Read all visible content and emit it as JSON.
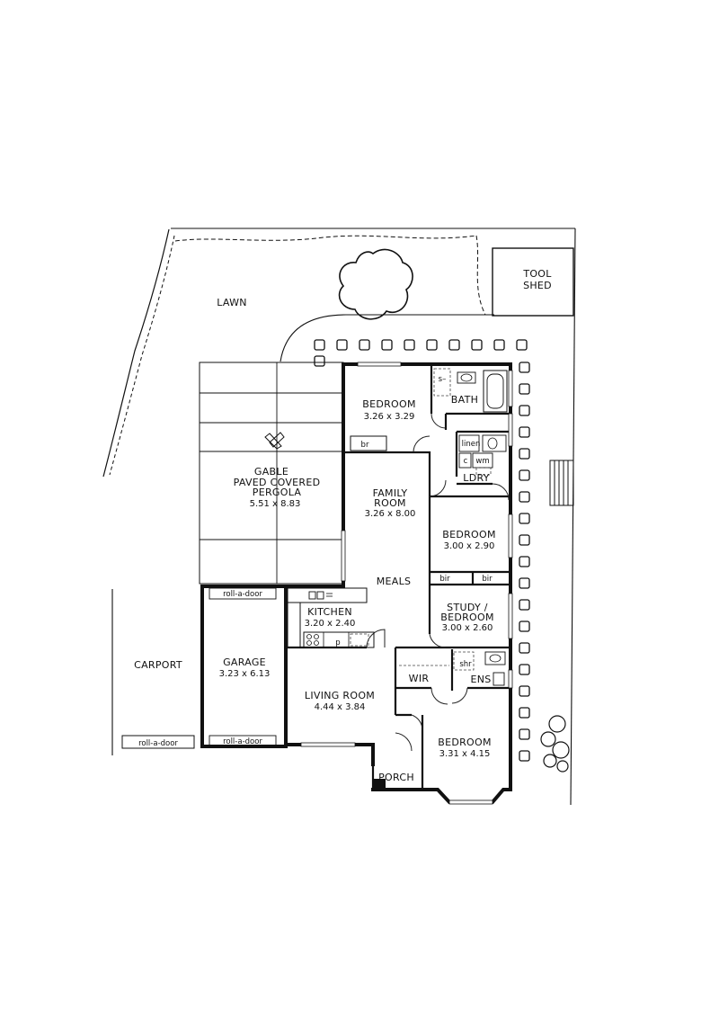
{
  "outdoor": {
    "lawn": "LAWN",
    "tool_shed_1": "TOOL",
    "tool_shed_2": "SHED",
    "carport": "CARPORT",
    "roll_a_door_carport": "roll-a-door"
  },
  "pergola": {
    "line1": "GABLE",
    "line2": "PAVED COVERED",
    "line3": "PERGOLA",
    "dims": "5.51 x 8.83"
  },
  "rooms": {
    "bedroom_nw": {
      "name": "BEDROOM",
      "dims": "3.26 x 3.29"
    },
    "bath": {
      "name": "BATH"
    },
    "family_room": {
      "line1": "FAMILY",
      "line2": "ROOM",
      "dims": "3.26 x 8.00"
    },
    "laundry": {
      "name": "LDRY"
    },
    "bedroom_e": {
      "name": "BEDROOM",
      "dims": "3.00 x 2.90"
    },
    "meals": {
      "name": "MEALS"
    },
    "study": {
      "line1": "STUDY /",
      "line2": "BEDROOM",
      "dims": "3.00 x 2.60"
    },
    "kitchen": {
      "name": "KITCHEN",
      "dims": "3.20 x 2.40"
    },
    "garage": {
      "name": "GARAGE",
      "dims": "3.23 x 6.13"
    },
    "living": {
      "name": "LIVING ROOM",
      "dims": "4.44 x 3.84"
    },
    "wir": {
      "name": "WIR"
    },
    "ensuite": {
      "name": "ENS"
    },
    "master": {
      "name": "BEDROOM",
      "dims": "3.31 x 4.15"
    },
    "porch": {
      "name": "PORCH"
    }
  },
  "fixtures": {
    "br": "br",
    "bir1": "bir",
    "bir2": "bir",
    "linen": "linen",
    "c": "c",
    "wm": "wm",
    "shr_bath": "s–",
    "shr_ens": "shr",
    "p": "p",
    "roll_a_door_garage_top": "roll-a-door",
    "roll_a_door_garage_bottom": "roll-a-door"
  }
}
